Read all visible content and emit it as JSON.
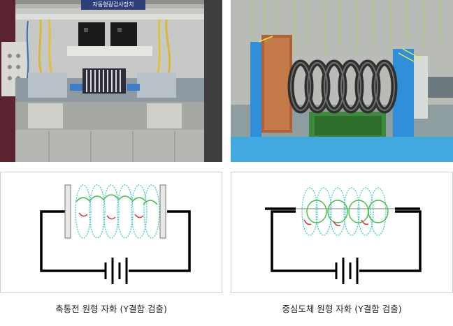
{
  "photos": {
    "left_sign_text": "자동형광검사장치"
  },
  "captions": {
    "left": "축통전 원형 자화 (Y결함 검출)",
    "right": "중심도체 원형 자화 (Y결함 검출)"
  },
  "colors": {
    "coil": "#35c9c9",
    "field_line": "#3fbf3f",
    "defect": "#d83a3a",
    "circuit": "#000000"
  }
}
